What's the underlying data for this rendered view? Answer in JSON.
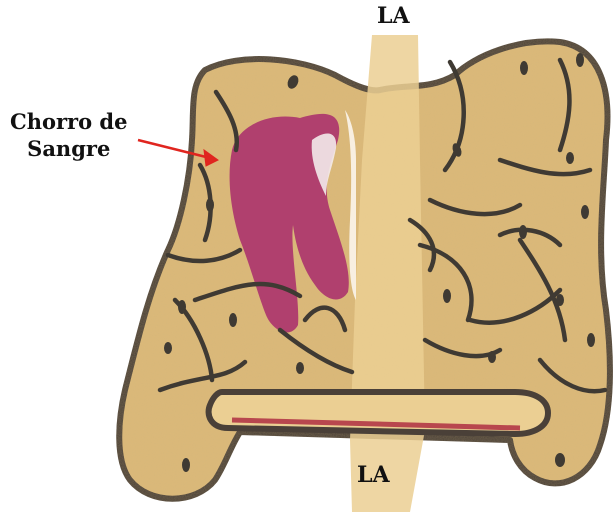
{
  "labels": {
    "top": "LA",
    "bottom": "LA",
    "annotation_line1": "Chorro de",
    "annotation_line2": "Sangre"
  },
  "colors": {
    "paper": "#dcb979",
    "paper_dark": "#c8a35f",
    "strip": "#ebcf93",
    "outline": "#4a4038",
    "vessel": "#3f3a33",
    "jet": "#b0406e",
    "jet_light": "#f3eaea",
    "arrow": "#e0251f",
    "rim": "#b8474e"
  }
}
